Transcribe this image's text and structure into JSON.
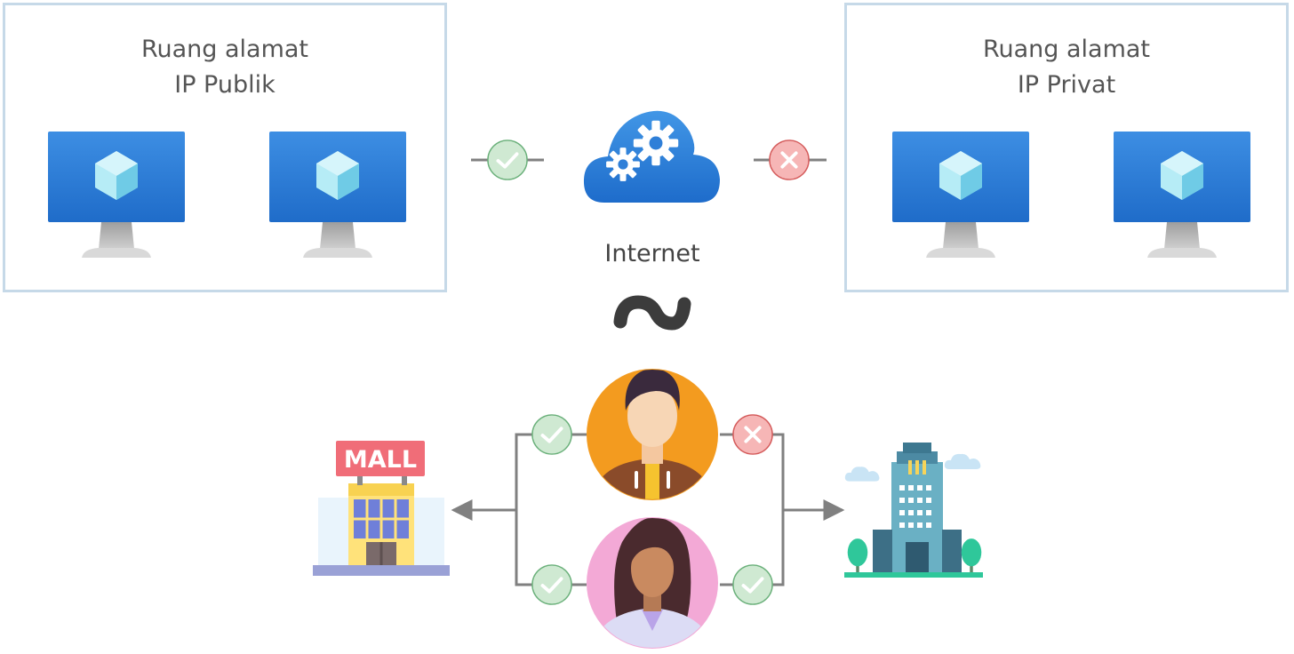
{
  "public_panel": {
    "title_line1": "Ruang alamat",
    "title_line2": "IP Publik"
  },
  "private_panel": {
    "title_line1": "Ruang alamat",
    "title_line2": "IP Privat"
  },
  "internet": {
    "label": "Internet",
    "similar_symbol": "~"
  },
  "mall": {
    "sign": "MALL"
  },
  "status": {
    "cloud_to_public": "allowed",
    "cloud_to_private": "blocked",
    "man_to_mall": "allowed",
    "man_to_office": "blocked",
    "woman_to_mall": "allowed",
    "woman_to_office": "allowed"
  },
  "colors": {
    "panel_border": "#c6d9e8",
    "monitor_blue": "#2f7fd8",
    "cloud_blue": "#2f7fd8",
    "allowed_fill": "#cfe9d2",
    "allowed_stroke": "#6ab07a",
    "blocked_fill": "#f6b6b6",
    "blocked_stroke": "#d45a5a",
    "connector_gray": "#808080"
  },
  "icons": [
    "monitor-icon",
    "cube-icon",
    "cloud-gears-icon",
    "check-icon",
    "cross-icon",
    "person-man-icon",
    "person-woman-icon",
    "mall-building-icon",
    "office-tower-icon",
    "tree-icon"
  ]
}
